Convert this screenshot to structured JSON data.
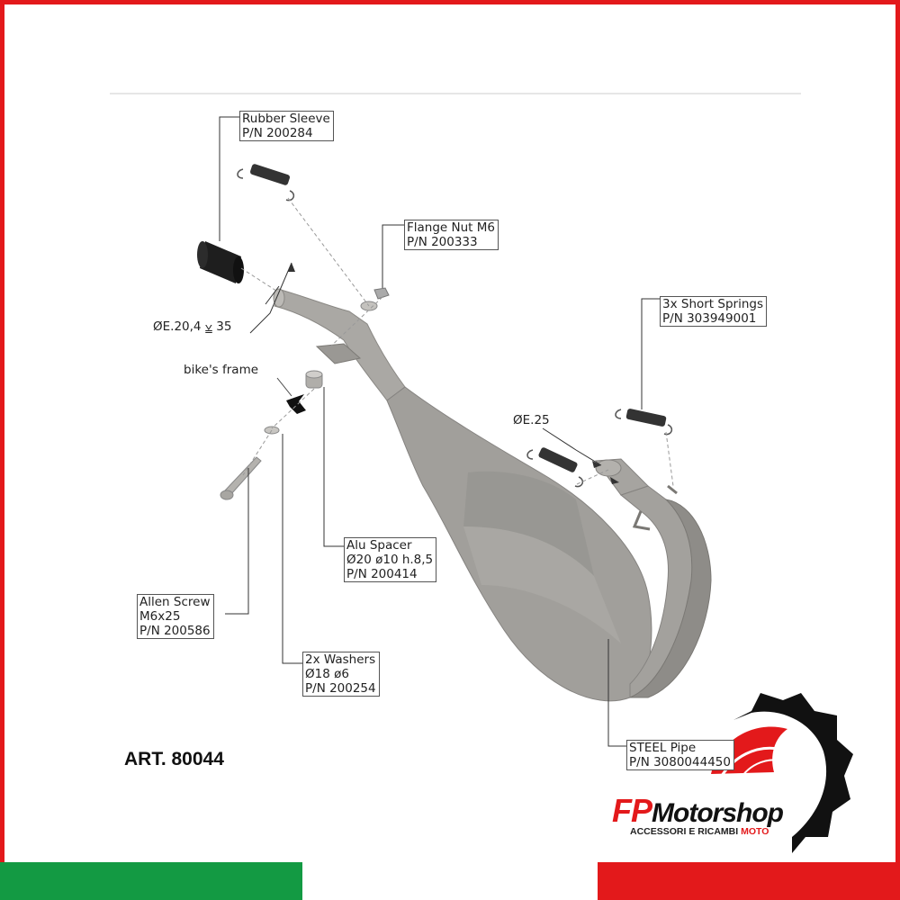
{
  "article": "ART. 80044",
  "parts": [
    {
      "id": "rubber-sleeve",
      "lines": [
        "Rubber Sleeve",
        "P/N 200284"
      ]
    },
    {
      "id": "flange-nut",
      "lines": [
        "Flange Nut M6",
        "P/N 200333"
      ]
    },
    {
      "id": "short-springs",
      "lines": [
        "3x Short Springs",
        "P/N 303949001"
      ]
    },
    {
      "id": "alu-spacer",
      "lines": [
        "Alu Spacer",
        "Ø20 ø10 h.8,5",
        "P/N 200414"
      ]
    },
    {
      "id": "allen-screw",
      "lines": [
        "Allen Screw",
        "M6x25",
        "P/N 200586"
      ]
    },
    {
      "id": "washers",
      "lines": [
        "2x Washers",
        "Ø18 ø6",
        "P/N 200254"
      ]
    },
    {
      "id": "steel-pipe",
      "lines": [
        "STEEL Pipe",
        "P/N 3080044450"
      ]
    }
  ],
  "dimensions": {
    "inlet": "ØE.20,4 ⩣ 35",
    "outlet": "ØE.25",
    "frame": "bike's frame"
  },
  "logo": {
    "fp": "FP",
    "name": "Motorshop",
    "tagline": "ACCESSORI E RICAMBI",
    "tagline_accent": "MOTO"
  },
  "colors": {
    "border_red": "#e3191b",
    "flag_green": "#139a43",
    "flag_white": "#ffffff",
    "flag_red": "#e3191b",
    "pipe_gray": "#9c9a96"
  }
}
